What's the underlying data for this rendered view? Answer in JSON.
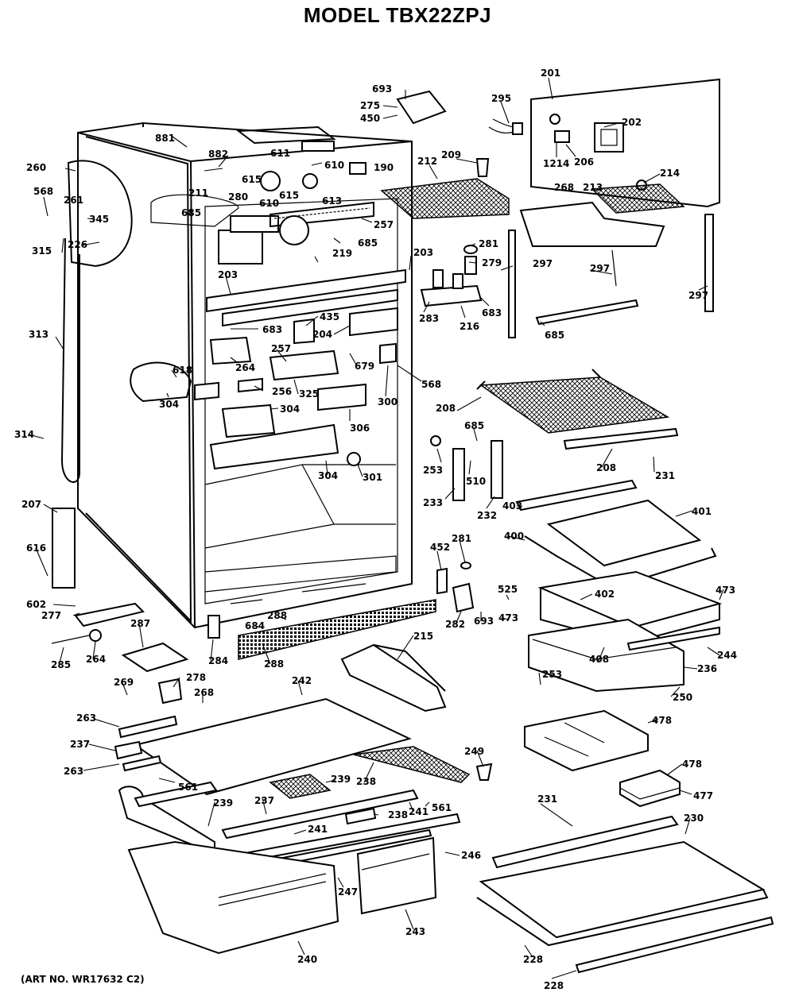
{
  "title": "MODEL TBX22ZPJ",
  "art_number": "(ART NO. WR17632 C2)",
  "callouts": [
    {
      "id": "c693a",
      "text": "693"
    },
    {
      "id": "c275",
      "text": "275"
    },
    {
      "id": "c450",
      "text": "450"
    },
    {
      "id": "c295",
      "text": "295"
    },
    {
      "id": "c201",
      "text": "201"
    },
    {
      "id": "c202",
      "text": "202"
    },
    {
      "id": "c1214",
      "text": "1214"
    },
    {
      "id": "c206",
      "text": "206"
    },
    {
      "id": "c214",
      "text": "214"
    },
    {
      "id": "c268a",
      "text": "268"
    },
    {
      "id": "c213",
      "text": "213"
    },
    {
      "id": "c209",
      "text": "209"
    },
    {
      "id": "c212",
      "text": "212"
    },
    {
      "id": "c881",
      "text": "881"
    },
    {
      "id": "c882",
      "text": "882"
    },
    {
      "id": "c611",
      "text": "611"
    },
    {
      "id": "c610b",
      "text": "610"
    },
    {
      "id": "c190",
      "text": "190"
    },
    {
      "id": "c260",
      "text": "260"
    },
    {
      "id": "c261",
      "text": "261"
    },
    {
      "id": "c211",
      "text": "211"
    },
    {
      "id": "c280",
      "text": "280"
    },
    {
      "id": "c615a",
      "text": "615"
    },
    {
      "id": "c610",
      "text": "610"
    },
    {
      "id": "c615b",
      "text": "615"
    },
    {
      "id": "c613",
      "text": "613"
    },
    {
      "id": "c685a",
      "text": "685"
    },
    {
      "id": "c257a",
      "text": "257"
    },
    {
      "id": "c568",
      "text": "568"
    },
    {
      "id": "c345",
      "text": "345"
    },
    {
      "id": "c315",
      "text": "315"
    },
    {
      "id": "c226",
      "text": "226"
    },
    {
      "id": "c685b",
      "text": "685"
    },
    {
      "id": "c281a",
      "text": "281"
    },
    {
      "id": "c279",
      "text": "279"
    },
    {
      "id": "c297a",
      "text": "297"
    },
    {
      "id": "c297b",
      "text": "297"
    },
    {
      "id": "c297c",
      "text": "297"
    },
    {
      "id": "c219",
      "text": "219"
    },
    {
      "id": "c203a",
      "text": "203"
    },
    {
      "id": "c203b",
      "text": "203"
    },
    {
      "id": "c313",
      "text": "313"
    },
    {
      "id": "c283",
      "text": "283"
    },
    {
      "id": "c216",
      "text": "216"
    },
    {
      "id": "c683a",
      "text": "683"
    },
    {
      "id": "c685c",
      "text": "685"
    },
    {
      "id": "c435",
      "text": "435"
    },
    {
      "id": "c683b",
      "text": "683"
    },
    {
      "id": "c204",
      "text": "204"
    },
    {
      "id": "c264a",
      "text": "264"
    },
    {
      "id": "c257b",
      "text": "257"
    },
    {
      "id": "c679",
      "text": "679"
    },
    {
      "id": "c568b",
      "text": "568"
    },
    {
      "id": "c618",
      "text": "618"
    },
    {
      "id": "c256",
      "text": "256"
    },
    {
      "id": "c325",
      "text": "325"
    },
    {
      "id": "c300",
      "text": "300"
    },
    {
      "id": "c304a",
      "text": "304"
    },
    {
      "id": "c304b",
      "text": "304"
    },
    {
      "id": "c306",
      "text": "306"
    },
    {
      "id": "c208a",
      "text": "208"
    },
    {
      "id": "c314",
      "text": "314"
    },
    {
      "id": "c685d",
      "text": "685"
    },
    {
      "id": "c253a",
      "text": "253"
    },
    {
      "id": "c510",
      "text": "510"
    },
    {
      "id": "c208b",
      "text": "208"
    },
    {
      "id": "c231a",
      "text": "231"
    },
    {
      "id": "c304c",
      "text": "304"
    },
    {
      "id": "c301",
      "text": "301"
    },
    {
      "id": "c233",
      "text": "233"
    },
    {
      "id": "c232",
      "text": "232"
    },
    {
      "id": "c403",
      "text": "403"
    },
    {
      "id": "c401",
      "text": "401"
    },
    {
      "id": "c207",
      "text": "207"
    },
    {
      "id": "c400",
      "text": "400"
    },
    {
      "id": "c616",
      "text": "616"
    },
    {
      "id": "c452",
      "text": "452"
    },
    {
      "id": "c281b",
      "text": "281"
    },
    {
      "id": "c602",
      "text": "602"
    },
    {
      "id": "c525",
      "text": "525"
    },
    {
      "id": "c402",
      "text": "402"
    },
    {
      "id": "c473a",
      "text": "473"
    },
    {
      "id": "c473b",
      "text": "473"
    },
    {
      "id": "c277",
      "text": "277"
    },
    {
      "id": "c684",
      "text": "684"
    },
    {
      "id": "c288",
      "text": "288"
    },
    {
      "id": "c282",
      "text": "282"
    },
    {
      "id": "c693b",
      "text": "693"
    },
    {
      "id": "c287",
      "text": "287"
    },
    {
      "id": "c215",
      "text": "215"
    },
    {
      "id": "c244",
      "text": "244"
    },
    {
      "id": "c285",
      "text": "285"
    },
    {
      "id": "c264b",
      "text": "264"
    },
    {
      "id": "c284",
      "text": "284"
    },
    {
      "id": "c288b",
      "text": "288"
    },
    {
      "id": "c408",
      "text": "408"
    },
    {
      "id": "c236",
      "text": "236"
    },
    {
      "id": "c253b",
      "text": "253"
    },
    {
      "id": "c278",
      "text": "278"
    },
    {
      "id": "c269",
      "text": "269"
    },
    {
      "id": "c268b",
      "text": "268"
    },
    {
      "id": "c242",
      "text": "242"
    },
    {
      "id": "c250",
      "text": "250"
    },
    {
      "id": "c263a",
      "text": "263"
    },
    {
      "id": "c478a",
      "text": "478"
    },
    {
      "id": "c237a",
      "text": "237"
    },
    {
      "id": "c249",
      "text": "249"
    },
    {
      "id": "c263b",
      "text": "263"
    },
    {
      "id": "c239a",
      "text": "239"
    },
    {
      "id": "c561a",
      "text": "561"
    },
    {
      "id": "c238a",
      "text": "238"
    },
    {
      "id": "c478b",
      "text": "478"
    },
    {
      "id": "c477",
      "text": "477"
    },
    {
      "id": "c239b",
      "text": "239"
    },
    {
      "id": "c237b",
      "text": "237"
    },
    {
      "id": "c238b",
      "text": "238"
    },
    {
      "id": "c241a",
      "text": "241"
    },
    {
      "id": "c561b",
      "text": "561"
    },
    {
      "id": "c231b",
      "text": "231"
    },
    {
      "id": "c230",
      "text": "230"
    },
    {
      "id": "c241b",
      "text": "241"
    },
    {
      "id": "c246",
      "text": "246"
    },
    {
      "id": "c247",
      "text": "247"
    },
    {
      "id": "c243",
      "text": "243"
    },
    {
      "id": "c240",
      "text": "240"
    },
    {
      "id": "c228a",
      "text": "228"
    },
    {
      "id": "c228b",
      "text": "228"
    }
  ]
}
